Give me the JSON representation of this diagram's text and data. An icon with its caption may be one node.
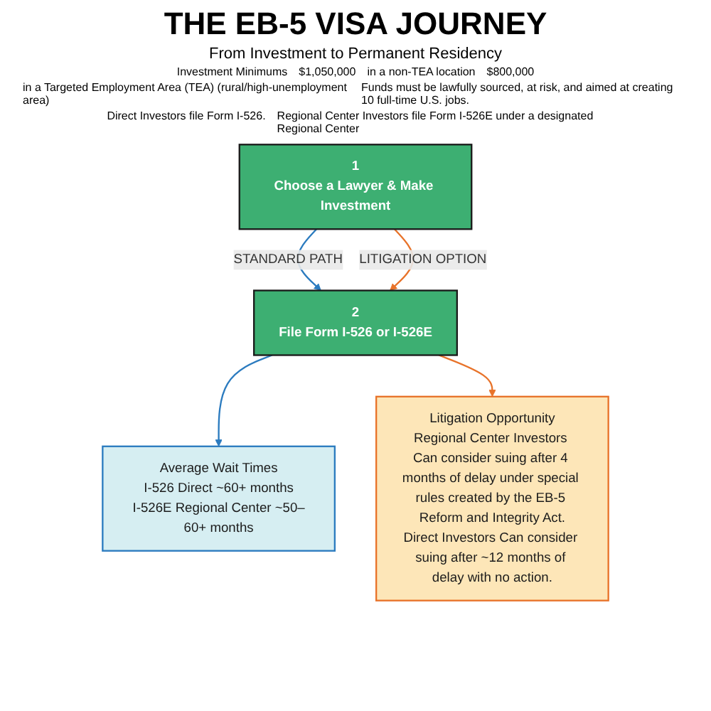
{
  "diagram": {
    "title": "THE EB-5 VISA JOURNEY",
    "nodes": [
      {
        "text": [
          "1",
          "Choose a Lawyer & Make Investment"
        ]
      },
      {
        "text": [
          "2",
          "File Form I-526 or I-526E"
        ]
      },
      {
        "text": [
          "Average Wait Times",
          "I-526 Direct ~60+ months",
          "I-526E Regional Center ~50–60+ months"
        ]
      },
      {
        "text": [
          "Litigation Opportunity",
          "Regional Center Investors Can consider suing after 4 months of delay under special rules created by the EB-5 Reform and Integrity Act.",
          "Direct Investors Can consider suing after ~12 months of delay with no action."
        ]
      }
    ],
    "edges": [
      {
        "from": 0,
        "to": 1,
        "arrow": "to",
        "label": "STANDARD PATH",
        "color": "#2b7bbf"
      },
      {
        "from": 0,
        "to": 1,
        "arrow": "to",
        "label": "LITIGATION OPTION",
        "color": "#e8732a"
      },
      {
        "from": 1,
        "to": 2,
        "arrow": "to",
        "color": "#2b7bbf"
      },
      {
        "from": 1,
        "to": 3,
        "arrow": "to",
        "color": "#e8732a"
      }
    ],
    "labels": [
      "From Investment to Permanent Residency",
      "Investment Minimums",
      "$1,050,000",
      "in a non-TEA location",
      "$800,000",
      "in a Targeted Employment Area (TEA) (rural/high-unemployment area)",
      "Funds must be lawfully sourced, at risk, and aimed at creating 10 full-time U.S. jobs.",
      "Direct Investors file Form I-526.",
      "Regional Center Investors file Form I-526E under a designated Regional Center"
    ]
  }
}
